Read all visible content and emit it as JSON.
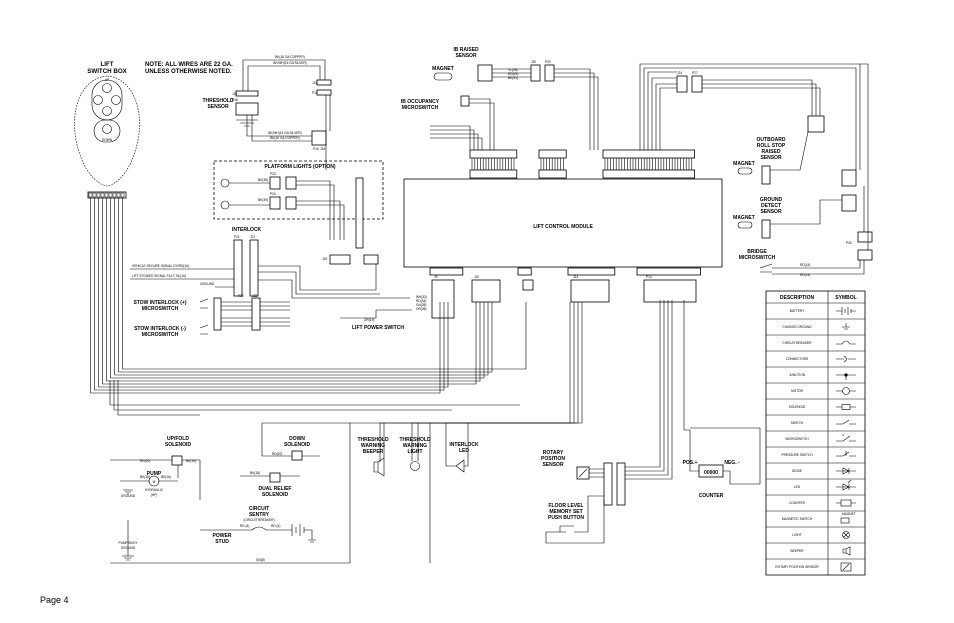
{
  "page": {
    "number": "Page 4"
  },
  "notes": {
    "wire_note_l1": "NOTE:  ALL WIRES ARE 22 GA.",
    "wire_note_l2": "UNLESS OTHERWISE NOTED."
  },
  "switch_box": {
    "title_l1": "LIFT",
    "title_l2": "SWITCH BOX",
    "up_label": "UP",
    "down_label": "DOWN"
  },
  "module": {
    "title": "LIFT CONTROL MODULE"
  },
  "labels": {
    "threshold_sensor_l1": "THRESHOLD",
    "threshold_sensor_l2": "SENSOR",
    "ib_raised_l1": "IB RAISED",
    "ib_raised_l2": "SENSOR",
    "magnet": "MAGNET",
    "ib_occupancy_l1": "IB OCCUPANCY",
    "ib_occupancy_l2": "MICROSWITCH",
    "platform_lights": "PLATFORM LIGHTS (OPTION)",
    "interlock": "INTERLOCK",
    "vehicle_secure": "VEHICLE SECURE SIGNAL  GY/RD(16)",
    "lift_stowed": "LIFT STOWED SIGNAL  PL/LT. BL(16)",
    "ground": "GROUND",
    "stow_pos_l1": "STOW INTERLOCK (+)",
    "stow_pos_l2": "MICROSWITCH",
    "stow_neg_l1": "STOW INTERLOCK (-)",
    "stow_neg_l2": "MICROSWITCH",
    "lift_power_switch": "LIFT POWER SWITCH",
    "outboard_l1": "OUTBOARD",
    "outboard_l2": "ROLL STOP",
    "outboard_l3": "RAISED",
    "outboard_l4": "SENSOR",
    "ground_detect_l1": "GROUND",
    "ground_detect_l2": "DETECT",
    "ground_detect_l3": "SENSOR",
    "bridge_l1": "BRIDGE",
    "bridge_l2": "MICROSWITCH",
    "upfold_l1": "UP/FOLD",
    "upfold_l2": "SOLENOID",
    "pump": "PUMP",
    "hydraulic": "HYDRAULIC",
    "hp": "(HP)",
    "pump_body_l1": "PUMP BODY",
    "pump_body_l2": "GROUND",
    "down_sol_l1": "DOWN",
    "down_sol_l2": "SOLENOID",
    "dual_relief_l1": "DUAL RELIEF",
    "dual_relief_l2": "SOLENOID",
    "circuit_sentry_l1": "CIRCUIT",
    "circuit_sentry_l2": "SENTRY",
    "circuit_breaker": "(CIRCUIT BREAKER)",
    "power_stud_l1": "POWER",
    "power_stud_l2": "STUD",
    "beeper_l1": "THRESHOLD",
    "beeper_l2": "WARNING",
    "beeper_l3": "BEEPER",
    "light_l1": "THRESHOLD",
    "light_l2": "WARNING",
    "light_l3": "LIGHT",
    "interlock_led_l1": "INTERLOCK",
    "interlock_led_l2": "LED",
    "rotary_l1": "ROTARY",
    "rotary_l2": "POSITION",
    "rotary_l3": "SENSOR",
    "floor_l1": "FLOOR LEVEL",
    "floor_l2": "MEMORY SET",
    "floor_l3": "PUSH BUTTON",
    "pos": "POS.+",
    "neg": "NEG. -",
    "counter_display": "00000",
    "counter": "COUNTER"
  },
  "wires": {
    "bk_copper": "BK(16 GA COPPER)",
    "bk_wh_silver": "BK/WH(16 GA SILVER)",
    "bk_wh_silver2": "BK/WH(16 GA SILVER)",
    "bk_copper2": "BK(16 GA COPPER)",
    "yl": "YL(28)",
    "rd": "RD(29)",
    "bk": "BK(30)",
    "bk_light1": "BK(38)",
    "bk_light2": "BK(39)",
    "wh_lp": "WH(33)",
    "rd_lp": "RD(34)",
    "gn_lp": "GN(35)",
    "or_lp": "OR(36)",
    "or_power": "OR(19)",
    "rd_up": "RD(20)",
    "bk_up": "BK(19)",
    "gn_up": "GN(20)",
    "bk_pump1": "BK(18)",
    "bk_pump2": "BK(16)",
    "bk_dual": "BK(18)",
    "rd_down": "RD(20)",
    "rd_cb1": "RD (4)",
    "rd_cb2": "RD (4)",
    "gn_ground": "GN(8)",
    "bridge_rd1": "RD(15)",
    "bridge_rd2": "RD(14)"
  },
  "connectors": {
    "j18": "J18",
    "p18": "P18",
    "j11": "J11",
    "p11": "P11",
    "p16": "P16",
    "j16": "J16",
    "j15": "J15",
    "j20": "J20",
    "p20": "P20",
    "p23": "P23",
    "p24": "P24",
    "j21": "J21",
    "p21": "P21",
    "p26": "P26",
    "j26": "J26",
    "p22": "P22",
    "j22": "J22",
    "j24": "J24",
    "p27": "P27",
    "j9": "J9",
    "j10": "J10",
    "j14": "J14",
    "p14": "P14"
  },
  "legend": {
    "header_desc": "DESCRIPTION",
    "header_sym": "SYMBOL",
    "rows": [
      "BATTERY",
      "CHASSIS GROUND",
      "CIRCUIT BREAKER",
      "CONNECTORS",
      "JUNCTION",
      "MOTOR",
      "SOLENOID",
      "SWITCH",
      "MICROSWITCH",
      "PRESSURE SWITCH",
      "DIODE",
      "LED",
      "COUNTER",
      "MAGNETIC SWITCH",
      "LIGHT",
      "BEEPER",
      "ROTARY POSITION SENSOR"
    ],
    "magnet_caption": "MAGNET",
    "solenoid_caption": "SOLENOID"
  }
}
